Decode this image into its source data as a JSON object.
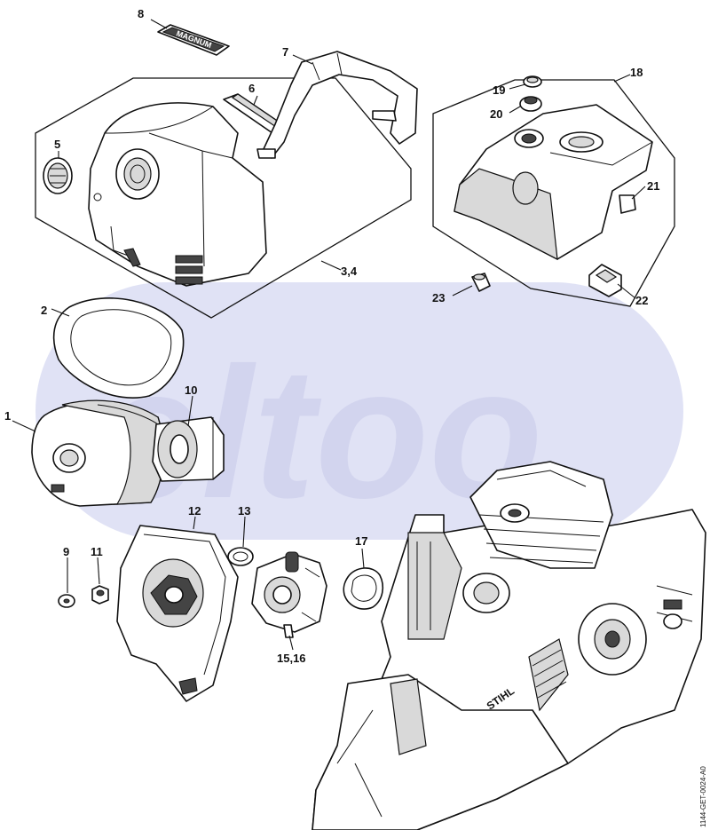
{
  "watermark": "eltoo",
  "reference_code": "1144-GET-0024-A0",
  "badge_text": "MAGNUM",
  "engine_brand": "STIHL",
  "callouts": {
    "c1": "1",
    "c2": "2",
    "c34": "3,4",
    "c5": "5",
    "c6": "6",
    "c7": "7",
    "c8": "8",
    "c9": "9",
    "c10": "10",
    "c11": "11",
    "c12": "12",
    "c13": "13",
    "c1516": "15,16",
    "c17": "17",
    "c18": "18",
    "c19": "19",
    "c20": "20",
    "c21": "21",
    "c22": "22",
    "c23": "23"
  },
  "colors": {
    "watermark": "#c7c9ea",
    "watermark_band": "#d6d8f2",
    "line": "#111111"
  }
}
